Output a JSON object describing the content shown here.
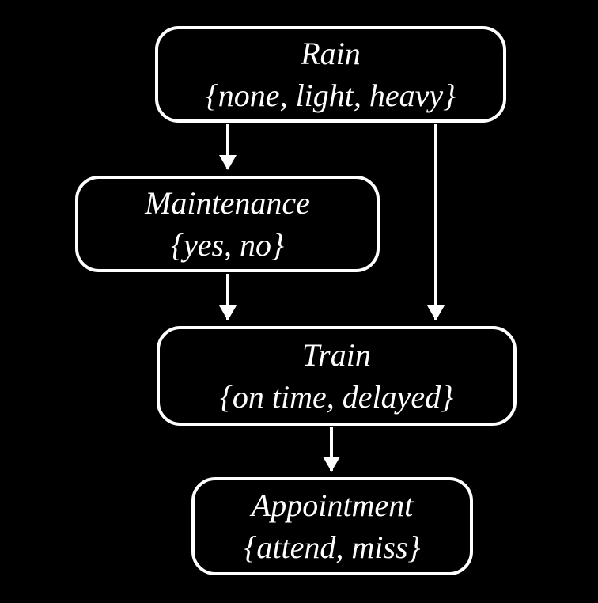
{
  "diagram": {
    "type": "bayesian-network",
    "colors": {
      "background": "#000000",
      "node_border": "#ffffff",
      "text": "#ffffff",
      "arrow": "#ffffff"
    },
    "nodes": [
      {
        "id": "rain",
        "label": "Rain",
        "values": "{none, light, heavy}"
      },
      {
        "id": "maintenance",
        "label": "Maintenance",
        "values": "{yes, no}"
      },
      {
        "id": "train",
        "label": "Train",
        "values": "{on time, delayed}"
      },
      {
        "id": "appointment",
        "label": "Appointment",
        "values": "{attend, miss}"
      }
    ],
    "edges": [
      {
        "from": "rain",
        "to": "maintenance"
      },
      {
        "from": "rain",
        "to": "train"
      },
      {
        "from": "maintenance",
        "to": "train"
      },
      {
        "from": "train",
        "to": "appointment"
      }
    ]
  }
}
